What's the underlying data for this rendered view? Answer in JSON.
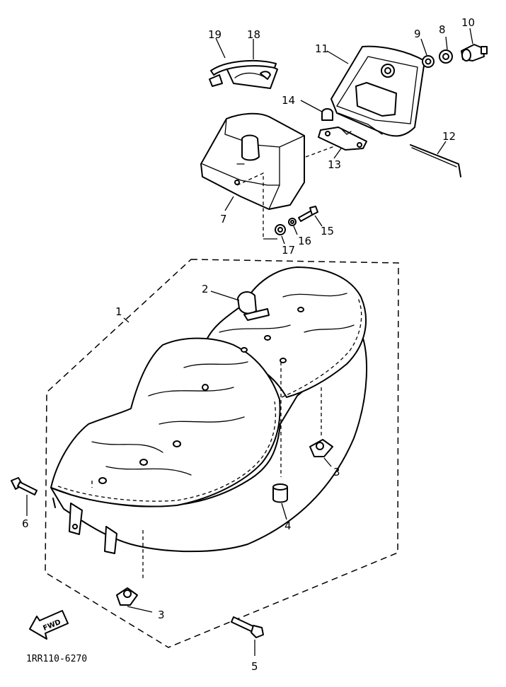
{
  "diagram": {
    "drawing_code": "1RR110-6270",
    "direction_label": "FWD",
    "callouts": {
      "c1": "1",
      "c2": "2",
      "c3a": "3",
      "c3b": "3",
      "c4": "4",
      "c5": "5",
      "c6": "6",
      "c7": "7",
      "c8": "8",
      "c9": "9",
      "c10": "10",
      "c11": "11",
      "c12": "12",
      "c13": "13",
      "c14": "14",
      "c15": "15",
      "c16": "16",
      "c17": "17",
      "c18": "18",
      "c19": "19"
    }
  }
}
